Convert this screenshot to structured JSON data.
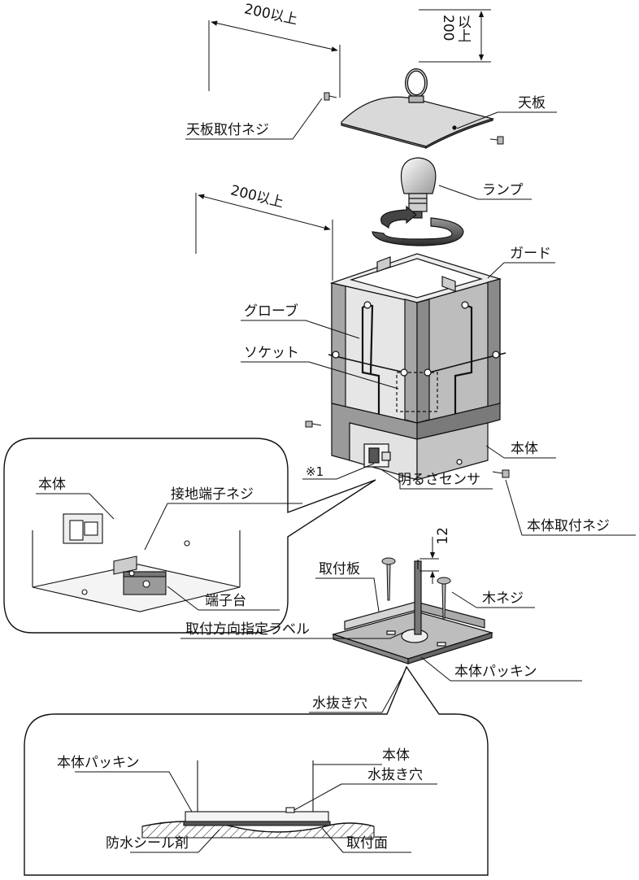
{
  "dimensions": {
    "clearance_top_side": "200以上",
    "clearance_top_vertical": "200",
    "clearance_top_vertical_suffix": "以上",
    "clearance_body_side": "200以上",
    "wire_strip_length": "12"
  },
  "labels": {
    "top_plate": "天板",
    "top_plate_screw": "天板取付ネジ",
    "lamp": "ランプ",
    "guard": "ガード",
    "globe": "グローブ",
    "socket": "ソケット",
    "body": "本体",
    "note_mark": "※1",
    "light_sensor": "明るさセンサ",
    "body_screw": "本体取付ネジ",
    "mounting_plate": "取付板",
    "wood_screw": "木ネジ",
    "direction_label": "取付方向指定ラベル",
    "body_packing": "本体パッキン",
    "drain_hole": "水抜き穴"
  },
  "detail_terminal": {
    "body": "本体",
    "ground_screw": "接地端子ネジ",
    "terminal_block": "端子台"
  },
  "detail_section": {
    "body": "本体",
    "body_packing": "本体パッキン",
    "drain_hole": "水抜き穴",
    "waterproof_sealant": "防水シール剤",
    "mounting_surface": "取付面"
  },
  "colors": {
    "line": "#111111",
    "metal_light": "#e6e6e6",
    "metal_mid": "#c4c4c4",
    "metal_dark": "#8e8e8e"
  }
}
